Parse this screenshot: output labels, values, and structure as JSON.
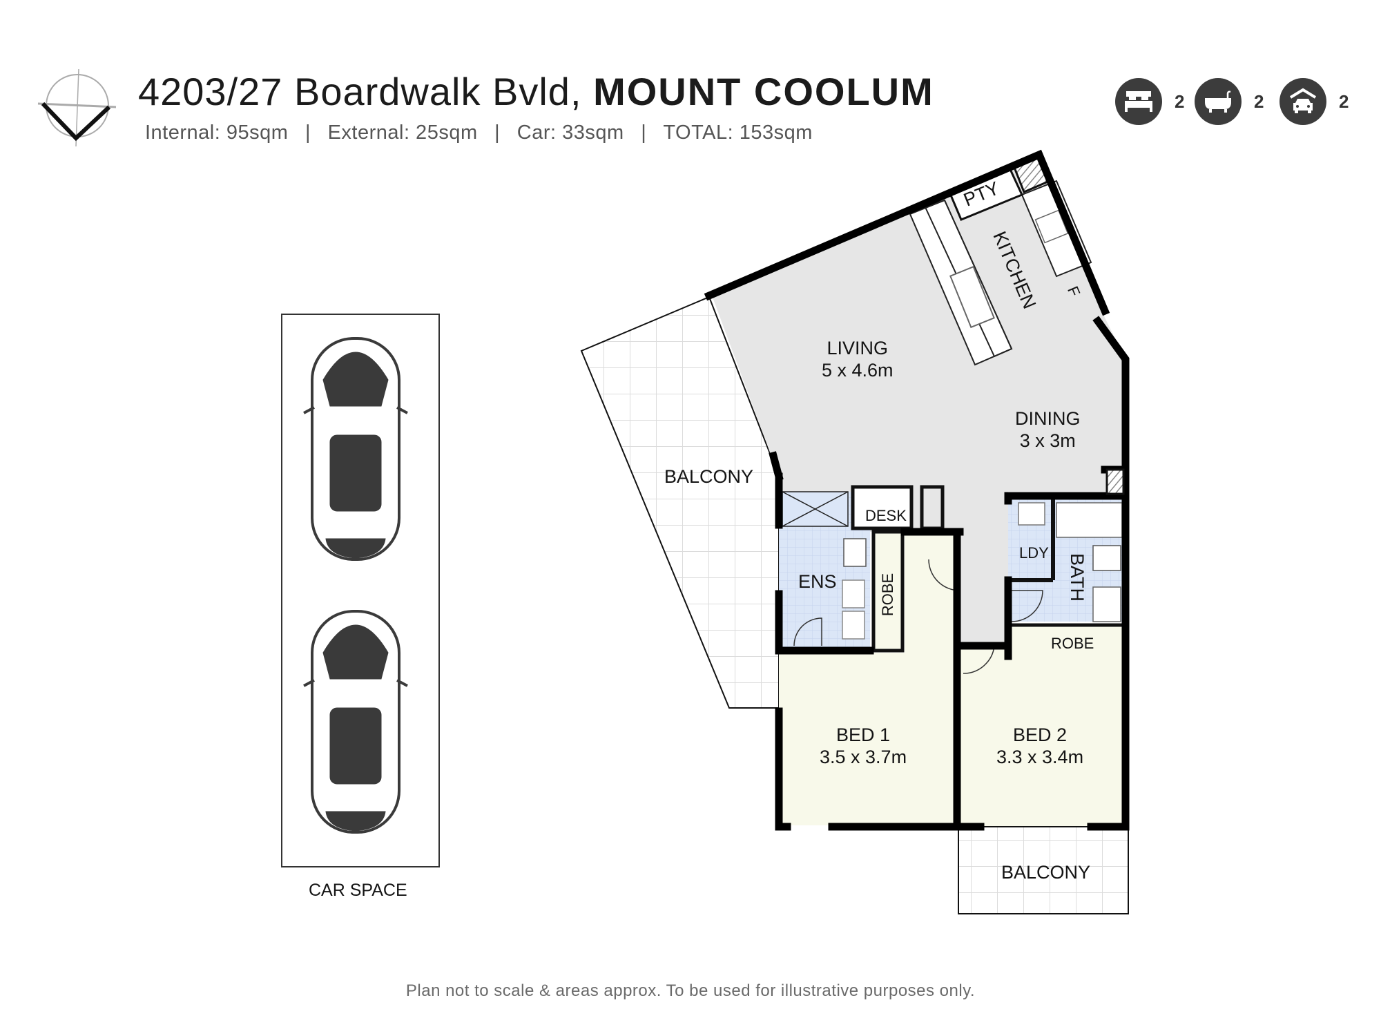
{
  "header": {
    "address": "4203/27 Boardwalk Bvld,",
    "suburb": "MOUNT COOLUM",
    "areas": {
      "internal": "Internal: 95sqm",
      "external": "External: 25sqm",
      "car": "Car: 33sqm",
      "total": "TOTAL: 153sqm",
      "separator": "|"
    }
  },
  "features": [
    {
      "icon": "bed-icon",
      "count": "2"
    },
    {
      "icon": "bath-icon",
      "count": "2"
    },
    {
      "icon": "garage-car-icon",
      "count": "2"
    }
  ],
  "rooms": {
    "living": {
      "name": "LIVING",
      "size": "5 x 4.6m"
    },
    "dining": {
      "name": "DINING",
      "size": "3 x 3m"
    },
    "kitchen": {
      "name": "KITCHEN"
    },
    "pantry": {
      "name": "PTY"
    },
    "fridge": {
      "name": "F"
    },
    "balcony_main": {
      "name": "BALCONY"
    },
    "desk": {
      "name": "DESK"
    },
    "ensuite": {
      "name": "ENS"
    },
    "robe1": {
      "name": "ROBE"
    },
    "laundry": {
      "name": "LDY"
    },
    "bathroom": {
      "name": "BATH"
    },
    "robe2": {
      "name": "ROBE"
    },
    "bed1": {
      "name": "BED 1",
      "size": "3.5 x 3.7m"
    },
    "bed2": {
      "name": "BED 2",
      "size": "3.3 x 3.4m"
    },
    "balcony_small": {
      "name": "BALCONY"
    },
    "car_space": {
      "name": "CAR SPACE"
    }
  },
  "colors": {
    "living_floor": "#e6e6e6",
    "wet_area": "#dbe6f7",
    "bedroom": "#f8f9ea",
    "wall": "#000000",
    "icon_bg": "#3c3c3c",
    "car_body": "#3a3a3a"
  },
  "footer": {
    "disclaimer": "Plan not to scale & areas approx. To be used for illustrative purposes only."
  }
}
